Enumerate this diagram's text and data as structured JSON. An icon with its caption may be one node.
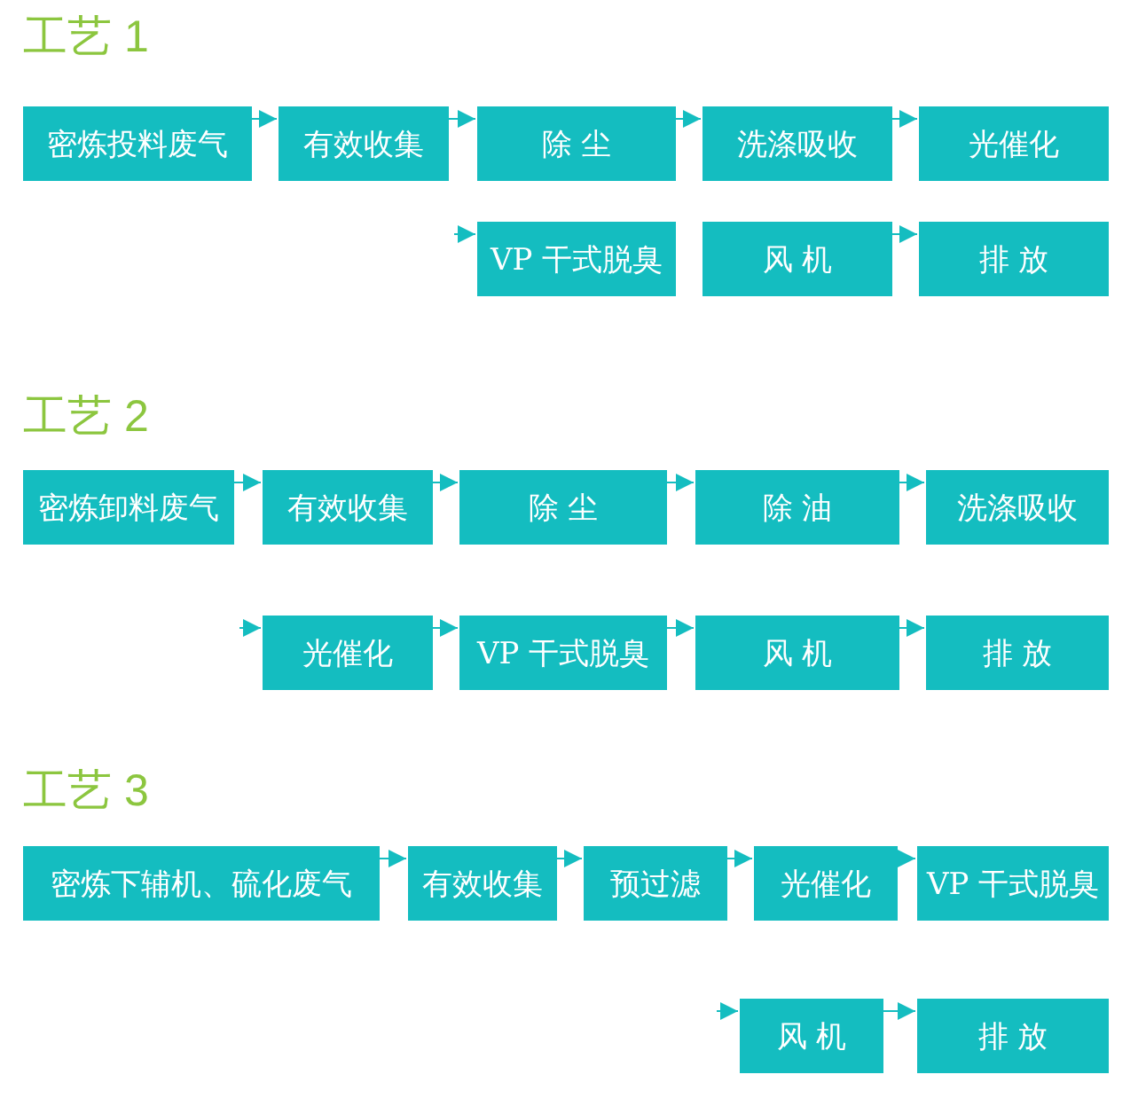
{
  "diagram": {
    "nodes": [
      {
        "text": [
          "密炼投料废气"
        ]
      },
      {
        "text": [
          "有效收集"
        ]
      },
      {
        "text": [
          "除 尘"
        ]
      },
      {
        "text": [
          "洗涤吸收"
        ]
      },
      {
        "text": [
          "光催化"
        ]
      },
      {
        "text": [
          "VP 干式脱臭"
        ]
      },
      {
        "text": [
          "风 机"
        ]
      },
      {
        "text": [
          "排 放"
        ]
      },
      {
        "text": [
          "密炼卸料废气"
        ]
      },
      {
        "text": [
          "有效收集"
        ]
      },
      {
        "text": [
          "除 尘"
        ]
      },
      {
        "text": [
          "除 油"
        ]
      },
      {
        "text": [
          "洗涤吸收"
        ]
      },
      {
        "text": [
          "光催化"
        ]
      },
      {
        "text": [
          "VP 干式脱臭"
        ]
      },
      {
        "text": [
          "风 机"
        ]
      },
      {
        "text": [
          "排 放"
        ]
      },
      {
        "text": [
          "密炼下辅机、硫化废气"
        ]
      },
      {
        "text": [
          "有效收集"
        ]
      },
      {
        "text": [
          "预过滤"
        ]
      },
      {
        "text": [
          "光催化"
        ]
      },
      {
        "text": [
          "VP 干式脱臭"
        ]
      },
      {
        "text": [
          "风 机"
        ]
      },
      {
        "text": [
          "排 放"
        ]
      }
    ],
    "edges": [
      {
        "from": 0,
        "to": 1,
        "arrow": "to"
      },
      {
        "from": 1,
        "to": 2,
        "arrow": "to"
      },
      {
        "from": 2,
        "to": 3,
        "arrow": "to"
      },
      {
        "from": 3,
        "to": 4,
        "arrow": "to"
      },
      {
        "from": null,
        "to": 5,
        "arrow": "to"
      },
      {
        "from": 6,
        "to": 7,
        "arrow": "to"
      },
      {
        "from": 8,
        "to": 9,
        "arrow": "to"
      },
      {
        "from": 9,
        "to": 10,
        "arrow": "to"
      },
      {
        "from": 10,
        "to": 11,
        "arrow": "to"
      },
      {
        "from": 11,
        "to": 12,
        "arrow": "to"
      },
      {
        "from": null,
        "to": 13,
        "arrow": "to"
      },
      {
        "from": 13,
        "to": 14,
        "arrow": "to"
      },
      {
        "from": 14,
        "to": 15,
        "arrow": "to"
      },
      {
        "from": 15,
        "to": 16,
        "arrow": "to"
      },
      {
        "from": 17,
        "to": 18,
        "arrow": "to"
      },
      {
        "from": 18,
        "to": 19,
        "arrow": "to"
      },
      {
        "from": 19,
        "to": 20,
        "arrow": "to"
      },
      {
        "from": 20,
        "to": 21,
        "arrow": "to"
      },
      {
        "from": null,
        "to": 22,
        "arrow": "to"
      },
      {
        "from": 22,
        "to": 23,
        "arrow": "to"
      }
    ],
    "labels": [
      "工艺 1",
      "工艺 2",
      "工艺 3"
    ]
  }
}
